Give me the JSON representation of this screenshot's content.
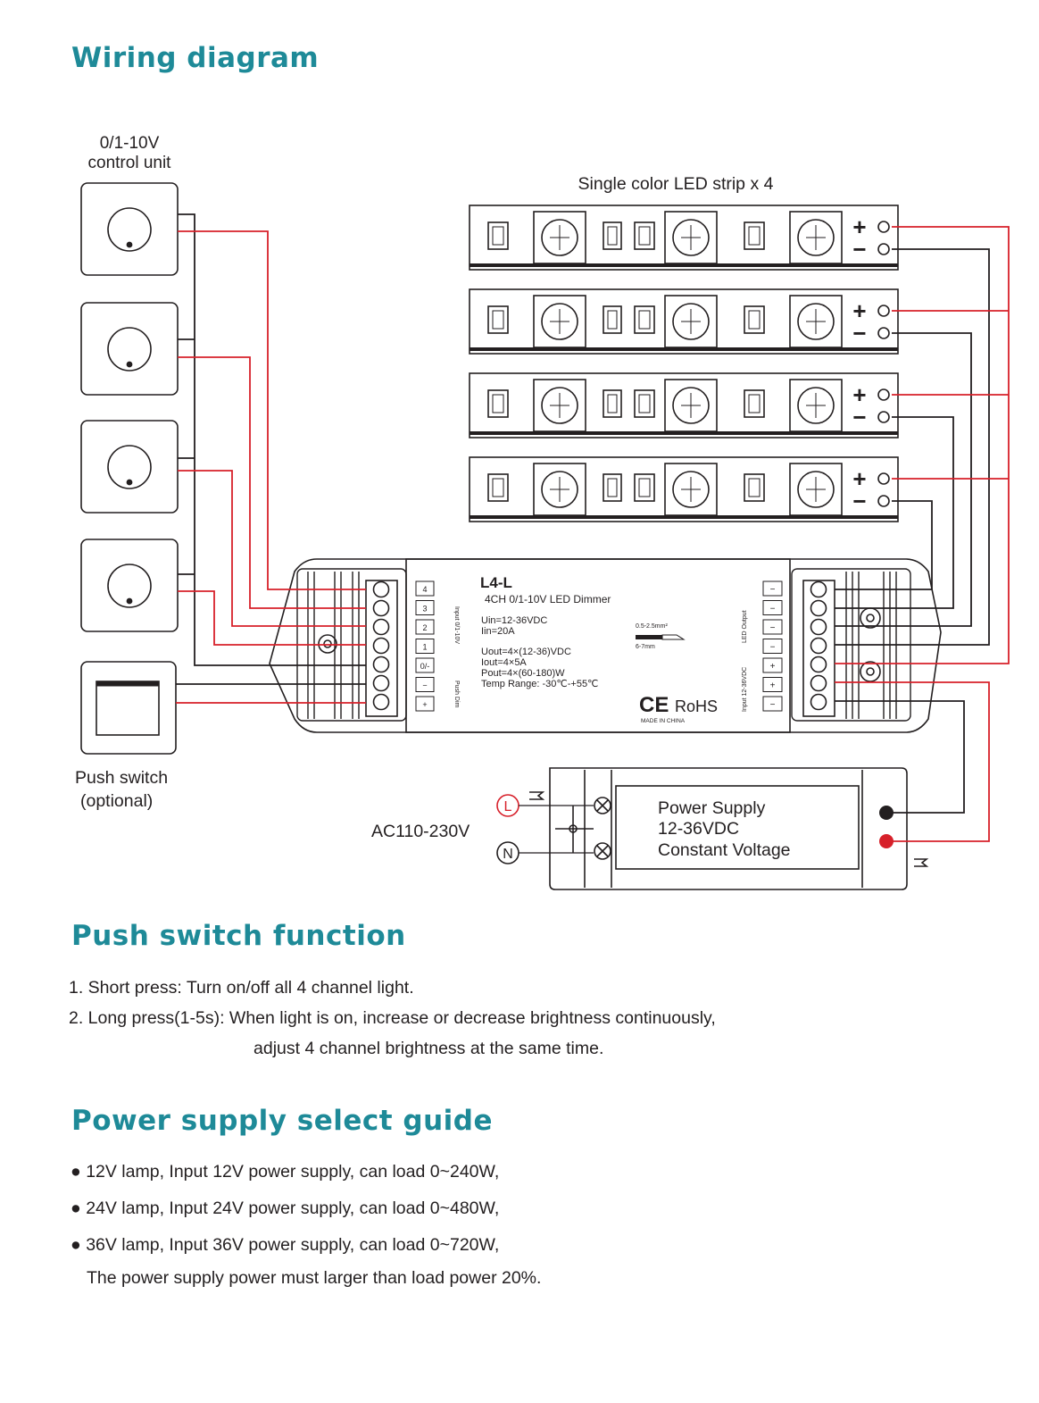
{
  "sections": {
    "wiring_title": "Wiring diagram",
    "push_title": "Push switch function",
    "psu_title": "Power supply select guide"
  },
  "diagram": {
    "control_unit_label": [
      "0/1-10V",
      "control unit"
    ],
    "strip_label": "Single color LED strip x 4",
    "push_switch_label": [
      "Push switch",
      "(optional)"
    ],
    "ac_label": "AC110-230V",
    "ac_terminals": [
      "L",
      "N"
    ],
    "polarity": [
      "+",
      "−"
    ],
    "dimmer": {
      "model": "L4-L",
      "name": "4CH 0/1-10V LED Dimmer",
      "specs": [
        "Uin=12-36VDC",
        "Iin=20A",
        "Uout=4×(12-36)VDC",
        "Iout=4×5A",
        "Pout=4×(60-180)W",
        "Temp Range: -30℃-+55℃"
      ],
      "input_labels": [
        "4",
        "3",
        "2",
        "1",
        "0/-",
        "−",
        "+"
      ],
      "input_side_1": "Input 0/1-10V",
      "input_side_2": "Push Dim",
      "wire_spec": [
        "0.5-2.5mm²",
        "6-7mm"
      ],
      "output_labels": [
        "−",
        "−",
        "−",
        "−",
        "+",
        "+",
        "−"
      ],
      "output_side": "LED Output",
      "power_side": "Input 12-36VDC",
      "ce": "CE",
      "rohs": "RoHS",
      "made_in": "MADE IN CHINA"
    },
    "power_supply": [
      "Power Supply",
      "12-36VDC",
      "Constant Voltage"
    ]
  },
  "push_switch_function": [
    "1. Short press: Turn on/off all 4 channel light.",
    "2. Long press(1-5s): When light is on, increase or decrease brightness continuously,",
    "adjust 4 channel brightness at the same time."
  ],
  "power_supply_guide": [
    "● 12V lamp, Input 12V power supply, can load 0~240W,",
    "● 24V lamp, Input 24V power supply, can load 0~480W,",
    "● 36V lamp, Input 36V power supply, can load 0~720W,",
    "The power supply power must larger than load power 20%."
  ],
  "colors": {
    "heading": "#1e8a98",
    "wire_red": "#d7202a",
    "wire_black": "#231f20"
  }
}
